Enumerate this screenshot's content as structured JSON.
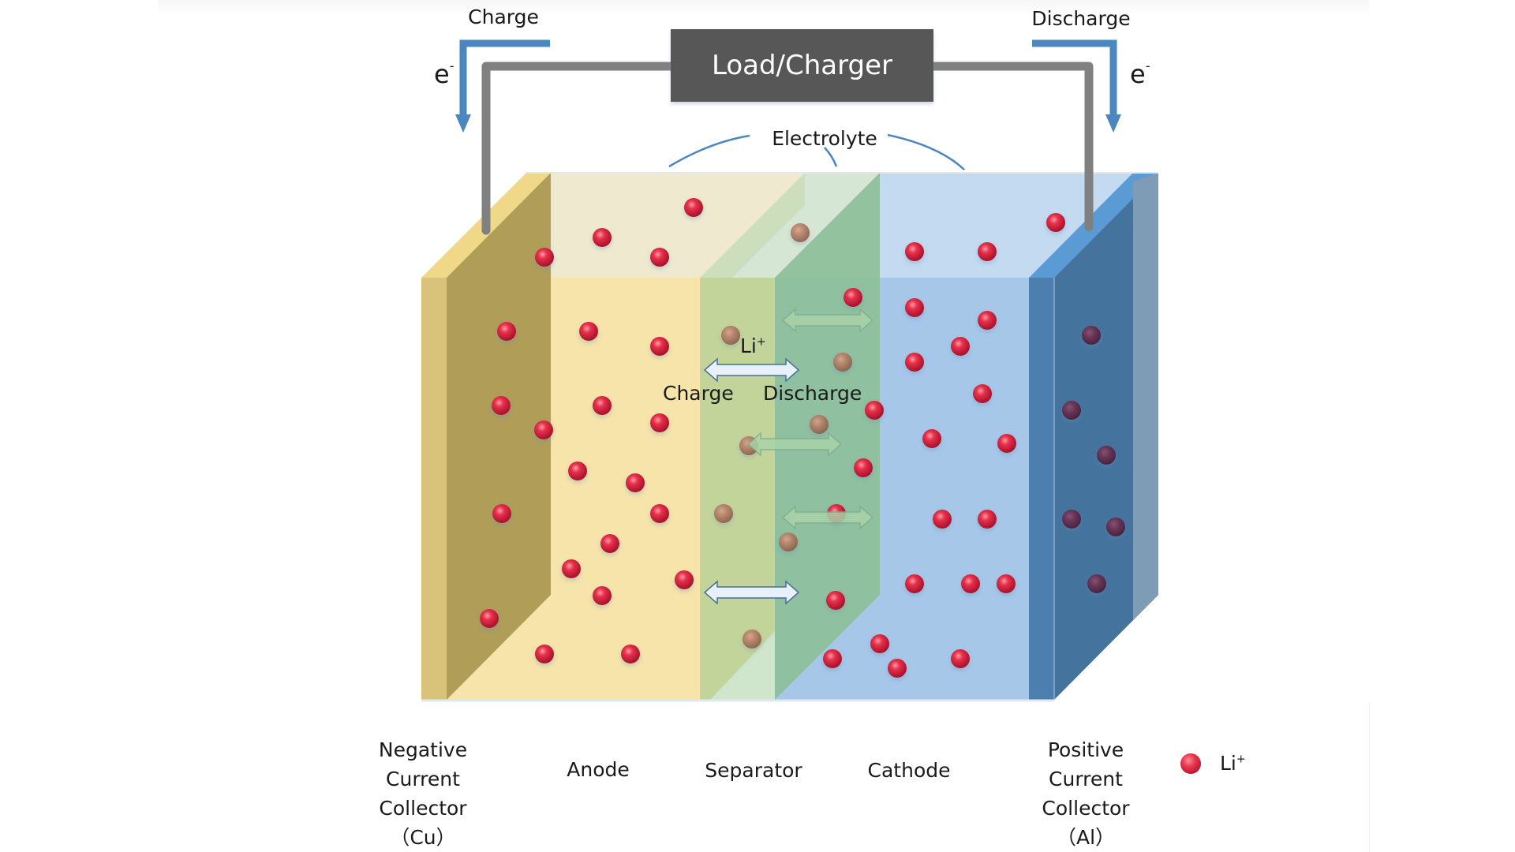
{
  "title": "Lithium-ion battery structure",
  "load_charger": {
    "label": "Load/Charger"
  },
  "external_flow": {
    "charge_label": "Charge",
    "discharge_label": "Discharge",
    "electron_symbol": "e",
    "electron_charge": "-"
  },
  "electrolyte_label": "Electrolyte",
  "internal_flow": {
    "ion_symbol": "Li",
    "ion_charge": "+",
    "charge_label": "Charge",
    "discharge_label": "Discharge"
  },
  "components": [
    {
      "id": "negative-current-collector",
      "label": "Negative\nCurrent\nCollector\n（Cu）"
    },
    {
      "id": "anode",
      "label": "Anode"
    },
    {
      "id": "separator",
      "label": "Separator"
    },
    {
      "id": "cathode",
      "label": "Cathode"
    },
    {
      "id": "positive-current-collector",
      "label": "Positive\nCurrent\nCollector\n（Al）"
    }
  ],
  "legend": {
    "symbol": "Li",
    "charge": "+",
    "meaning": "lithium ion"
  },
  "colors": {
    "cu_front": "#d9c27a",
    "cu_side": "#b09d58",
    "cu_top": "#f0d889",
    "anode_front": "#f6e4aa",
    "anode_top": "#efe9cf",
    "separator_front": "#c3d49a",
    "separator_side": "#8dbf98",
    "separator_top": "#d6e6d4",
    "cathode_front": "#a6c7e8",
    "cathode_top": "#c3daf0",
    "al_front": "#4c7fad",
    "al_side": "#44739e",
    "al_top": "#5b9bd5",
    "al_edge": "#7f9cb6",
    "wire": "#808080",
    "arrow_blue": "#4a86c0",
    "li_ion": "#e0283f",
    "li_ion_dim": "#b47a62",
    "li_ion_dark": "#6b2f4e"
  }
}
